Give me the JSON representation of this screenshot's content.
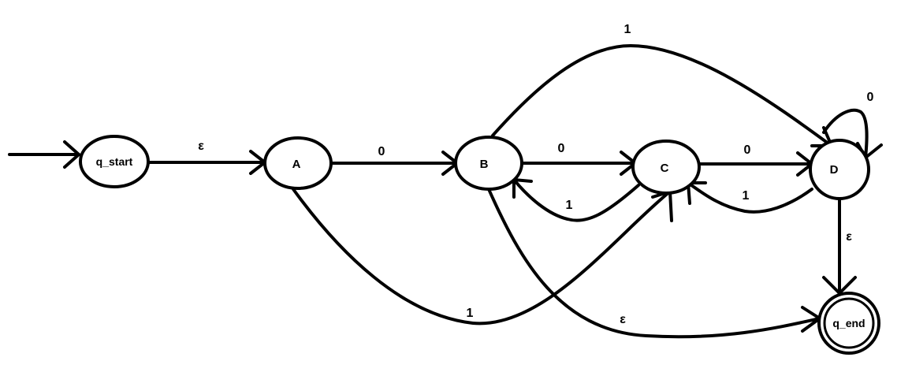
{
  "diagram": {
    "type": "state-machine",
    "colors": {
      "stroke": "#000000",
      "background": "#ffffff"
    },
    "nodes": [
      {
        "id": "q_start",
        "label": "q_start",
        "start": true,
        "accepting": false
      },
      {
        "id": "A",
        "label": "A",
        "start": false,
        "accepting": false
      },
      {
        "id": "B",
        "label": "B",
        "start": false,
        "accepting": false
      },
      {
        "id": "C",
        "label": "C",
        "start": false,
        "accepting": false
      },
      {
        "id": "D",
        "label": "D",
        "start": false,
        "accepting": false
      },
      {
        "id": "q_end",
        "label": "q_end",
        "start": false,
        "accepting": true
      }
    ],
    "edges": [
      {
        "from": "q_start",
        "to": "A",
        "label": "ε"
      },
      {
        "from": "A",
        "to": "B",
        "label": "0"
      },
      {
        "from": "B",
        "to": "C",
        "label": "0"
      },
      {
        "from": "C",
        "to": "D",
        "label": "0"
      },
      {
        "from": "C",
        "to": "B",
        "label": "1"
      },
      {
        "from": "D",
        "to": "C",
        "label": "1"
      },
      {
        "from": "B",
        "to": "D",
        "label": "1"
      },
      {
        "from": "D",
        "to": "D",
        "label": "0"
      },
      {
        "from": "D",
        "to": "q_end",
        "label": "ε"
      },
      {
        "from": "A",
        "to": "C",
        "label": "1"
      },
      {
        "from": "B",
        "to": "q_end",
        "label": "ε"
      }
    ]
  }
}
